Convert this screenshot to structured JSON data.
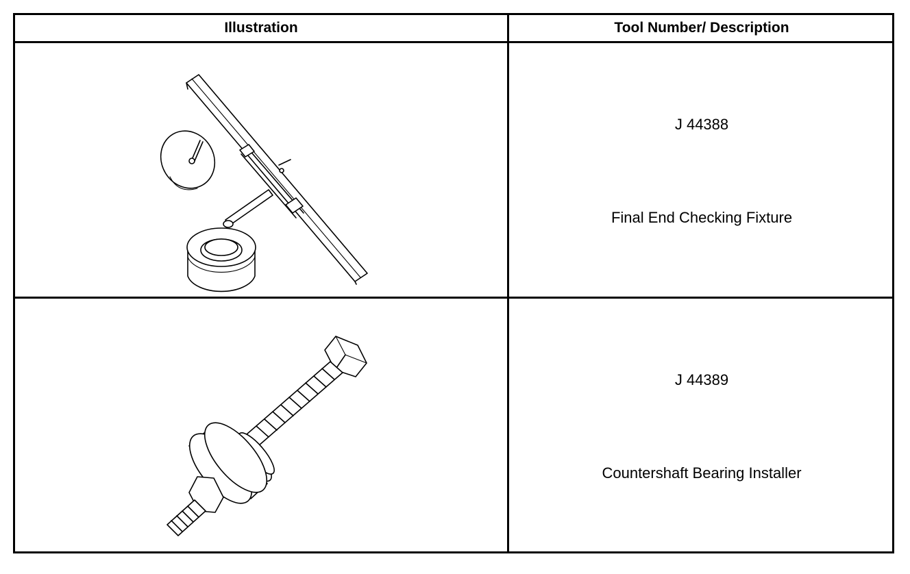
{
  "table": {
    "headers": {
      "illustration": "Illustration",
      "tool": "Tool Number/ Description"
    },
    "rows": [
      {
        "tool_number": "J 44388",
        "description": "Final End Checking Fixture",
        "illustration_icon": "final-end-checking-fixture-icon"
      },
      {
        "tool_number": "J 44389",
        "description": "Countershaft Bearing Installer",
        "illustration_icon": "countershaft-bearing-installer-icon"
      }
    ]
  }
}
